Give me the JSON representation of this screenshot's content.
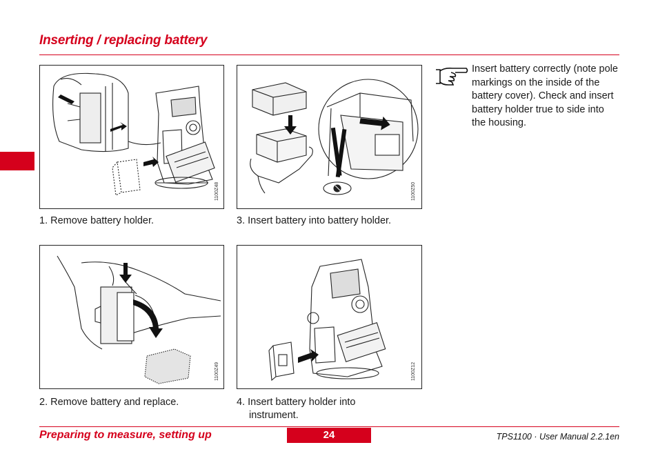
{
  "page": {
    "title": "Inserting / replacing battery",
    "accent_color": "#d5001c"
  },
  "figures": [
    {
      "code": "1100Z48",
      "caption": "1. Remove battery holder."
    },
    {
      "code": "1100Z50",
      "caption": "3. Insert battery into battery holder."
    },
    {
      "code": "1100Z49",
      "caption": "2. Remove battery and replace."
    },
    {
      "code": "1100Z12",
      "caption_line1": "4. Insert battery holder into",
      "caption_line2": "instrument."
    }
  ],
  "note": {
    "icon": "pointing-hand-icon",
    "text": "Insert battery correctly (note pole markings on the inside of the battery cover). Check and insert battery holder true to side into the housing."
  },
  "footer": {
    "section": "Preparing to measure, setting up",
    "page_number": "24",
    "manual": "TPS1100 · User Manual 2.2.1en"
  }
}
